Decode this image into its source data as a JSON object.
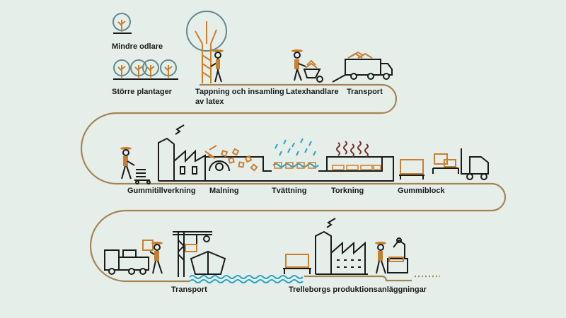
{
  "colors": {
    "background": "#e6eeea",
    "path": "#a68452",
    "ink": "#1a1a1a",
    "accent": "#c97f2d",
    "tree": "#5f8a8b",
    "water": "#2aa3c4",
    "heat": "#7a2b2b"
  },
  "stages": {
    "smallholders": "Mindre odlare",
    "plantations": "Större plantager",
    "tapping_line1": "Tappning och insamling",
    "tapping_line2": "av latex",
    "latex_dealer": "Latexhandlare",
    "transport_1": "Transport",
    "rubber_processing": "Gummitillverkning",
    "grinding": "Malning",
    "washing": "Tvättning",
    "drying": "Torkning",
    "rubber_block": "Gummiblock",
    "transport_2": "Transport",
    "trelleborg": "Trelleborgs produktionsanläggningar"
  },
  "icons": {
    "small_tree": "tree-icon",
    "tall_tree": "tapped-tree-icon",
    "worker": "worker-icon",
    "wheelbarrow": "wheelbarrow-icon",
    "truck": "truck-icon",
    "factory": "factory-icon",
    "crusher": "grinder-icon",
    "rain": "water-spray-icon",
    "heat": "heat-waves-icon",
    "pallet": "pallet-icon",
    "forklift": "forklift-icon",
    "crane": "crane-icon",
    "ship": "ship-icon",
    "waves": "water-waves-icon",
    "robot": "robot-arm-icon"
  }
}
